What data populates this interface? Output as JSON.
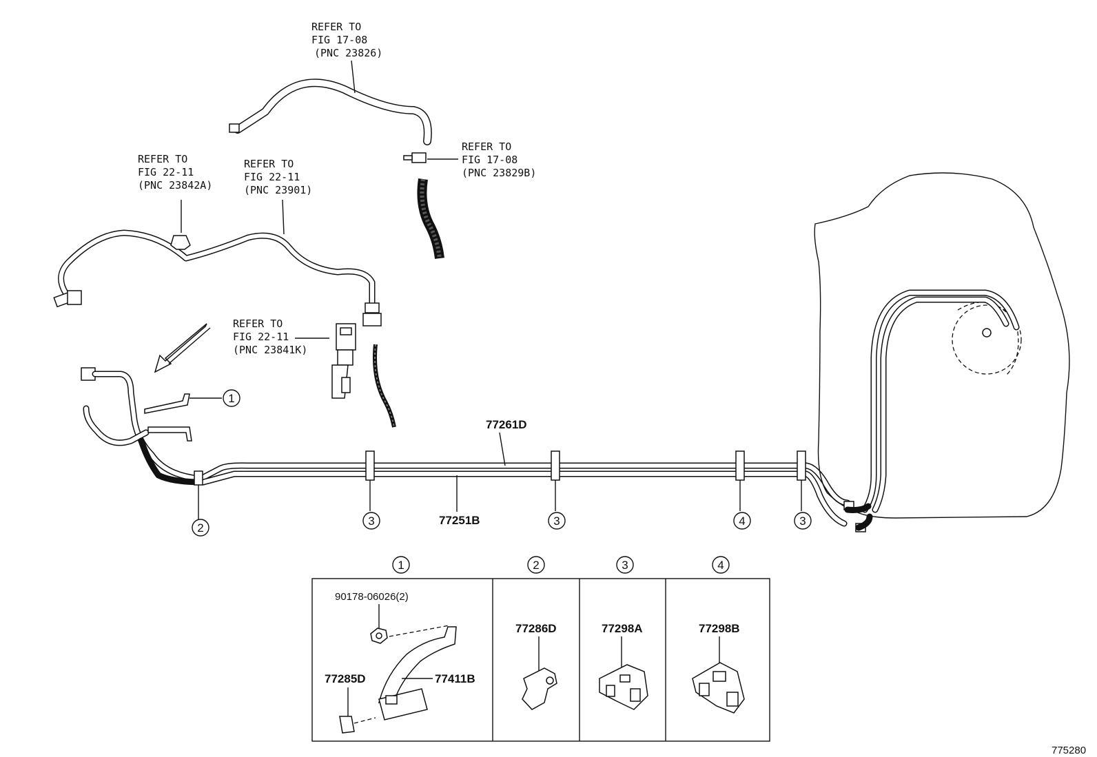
{
  "refs": {
    "r1": {
      "l1": "REFER TO",
      "l2": "FIG 17-08",
      "l3": "(PNC 23826)"
    },
    "r2": {
      "l1": "REFER TO",
      "l2": "FIG 17-08",
      "l3": "(PNC 23829B)"
    },
    "r3": {
      "l1": "REFER TO",
      "l2": "FIG 22-11",
      "l3": "(PNC 23842A)"
    },
    "r4": {
      "l1": "REFER TO",
      "l2": "FIG 22-11",
      "l3": "(PNC 23901)"
    },
    "r5": {
      "l1": "REFER TO",
      "l2": "FIG 22-11",
      "l3": "(PNC 23841K)"
    }
  },
  "parts": {
    "upper_pipe": "77261D",
    "lower_pipe": "77251B",
    "nut": "90178-06026(2)",
    "clamp_small": "77285D",
    "bracket": "77411B",
    "clamp_2": "77286D",
    "clamp_3": "77298A",
    "clamp_4": "77298B"
  },
  "callouts": {
    "c1": "1",
    "c2": "2",
    "c3": "3",
    "c4": "4"
  },
  "figure_number": "775280",
  "colors": {
    "line": "#111111",
    "background": "#ffffff"
  }
}
